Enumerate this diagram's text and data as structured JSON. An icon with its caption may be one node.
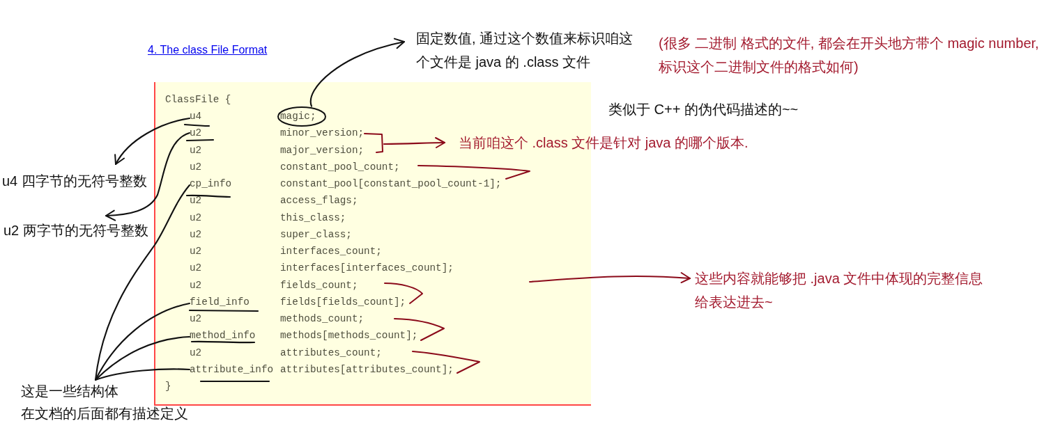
{
  "diagram": {
    "nodes": [
      {
        "text": [
          "固定数值, 通过这个数值来标识咱这个文件是 java 的 .class 文件"
        ]
      },
      {
        "text": [
          "ClassFile {",
          "minor_version;",
          "u2",
          "major_version;",
          "u2",
          "constant_pool_count;",
          "constant_pool[constant_pool_count-1];",
          "u2",
          "access_flags;",
          "u2",
          "this_class;",
          "u2",
          "super_class;",
          "u2",
          "interfaces_count;",
          "u2",
          "interfaces[interfaces_count];",
          "u2",
          "fields_count;",
          "fields[fields_count];",
          "u2",
          "methods_count;",
          "methods[methods_count];",
          "u2",
          "attributes_count;",
          "attributes[attributes_count];",
          "}"
        ]
      },
      {
        "text": [
          "u4"
        ],
        "in": 1
      },
      {
        "text": [
          "magic;"
        ],
        "in": 1
      },
      {
        "text": [
          "u2"
        ],
        "in": 1
      },
      {
        "text": [],
        "shape": "bracket",
        "in": 1
      },
      {
        "text": [
          "cp_info"
        ],
        "in": 1
      },
      {
        "text": [
          "field_info"
        ],
        "in": 1
      },
      {
        "text": [
          "method_info"
        ],
        "in": 1
      },
      {
        "text": [
          "attribute_info"
        ],
        "in": 1
      },
      {
        "text": [
          "当前咱这个 .class 文件是针对 java 的哪个版本."
        ]
      },
      {
        "text": [
          "u4 四字节的无符号整数"
        ]
      },
      {
        "text": [
          "u2 两字节的无符号整数"
        ]
      },
      {
        "text": [
          "这些内容就能够把 .java 文件中体现的完整信息给表达进去~"
        ]
      },
      {
        "text": [
          "这是一些结构体",
          "在文档的后面都有描述定义"
        ]
      }
    ],
    "edges": [
      {
        "from": 3,
        "to": 0,
        "arrow": "to"
      },
      {
        "from": 2,
        "to": 11,
        "arrow": "to"
      },
      {
        "from": 4,
        "to": 12,
        "arrow": "to"
      },
      {
        "from": 5,
        "to": 10,
        "arrow": "to",
        "color": "#8b0a1a"
      },
      {
        "from": null,
        "to": 13,
        "arrow": "to",
        "color": "#8b0a1a"
      },
      {
        "from": 14,
        "to": 6,
        "arrow": "none"
      },
      {
        "from": 14,
        "to": 7,
        "arrow": "none"
      },
      {
        "from": 14,
        "to": 8,
        "arrow": "none"
      },
      {
        "from": 14,
        "to": 9,
        "arrow": "none"
      }
    ],
    "labels": [
      "4. The class File Format",
      "(很多 二进制 格式的文件, 都会在开头地方带个 magic number,标识这个二进制文件的格式如何)",
      "类似于 C++ 的伪代码描述的~~"
    ]
  }
}
